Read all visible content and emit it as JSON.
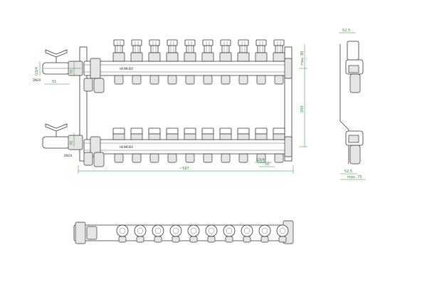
{
  "drawing": {
    "outlet_count": 10,
    "labels": {
      "valve_top": "DN20",
      "valve_bottom": "DN20",
      "brand": "HEIMEIER"
    },
    "dimensions": {
      "thread_left": "G3/4",
      "pitch_left": "51",
      "top_offset": "70",
      "bottom_offset": "70",
      "total_length": "~597",
      "height_right": "max. 80",
      "center_distance": "200",
      "thread_outlet": "G3/4",
      "outlet_pitch": "50",
      "side_top": "52.5",
      "side_bottom": "52.5",
      "side_max": "max. 73"
    }
  }
}
